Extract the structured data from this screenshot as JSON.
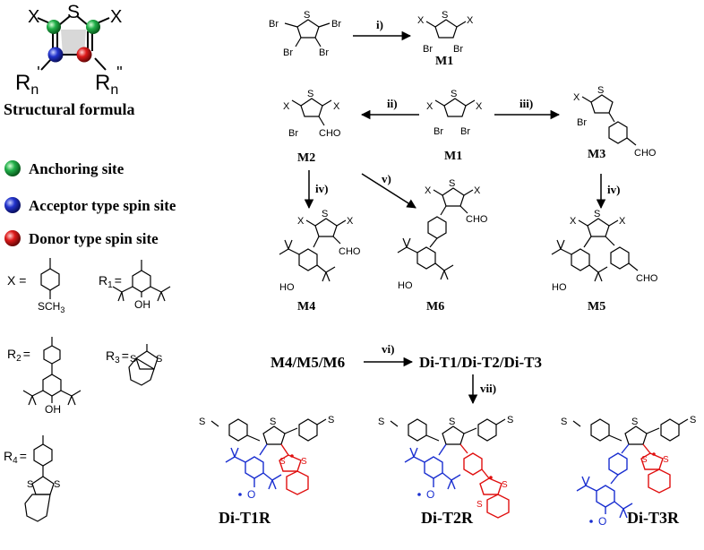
{
  "colors": {
    "anchor": "#22b04a",
    "acceptor": "#2233cc",
    "donor": "#dd1a1a",
    "radical_blue": "#1a2fd0",
    "radical_red": "#e01010"
  },
  "structural": {
    "x_left": "X",
    "x_right": "X",
    "s_atom": "S",
    "rn_prime": "R",
    "rn_prime_sub": "n",
    "rn_prime_mark": "'",
    "rn_dprime": "R",
    "rn_dprime_sub": "n",
    "rn_dprime_mark": "\"",
    "caption": "Structural formula"
  },
  "legend": [
    {
      "icon": "green-sphere-icon",
      "label": "Anchoring site"
    },
    {
      "icon": "blue-sphere-icon",
      "label": "Acceptor type spin site"
    },
    {
      "icon": "red-sphere-icon",
      "label": "Donor type spin site"
    }
  ],
  "substituents": {
    "x_label": "X =",
    "x_group": "SCH",
    "x_group_sub": "3",
    "r1_label": "R",
    "r1_sub": "1",
    "r1_eq": "=",
    "r1_oh": "OH",
    "r2_label": "R",
    "r2_sub": "2",
    "r2_eq": "=",
    "r2_oh": "OH",
    "r3_label": "R",
    "r3_sub": "3",
    "r3_eq": "=",
    "r3_s1": "S",
    "r3_s2": "S",
    "r4_label": "R",
    "r4_sub": "4",
    "r4_eq": "=",
    "r4_s1": "S",
    "r4_s2": "S"
  },
  "steps": {
    "i": "i)",
    "ii": "ii)",
    "iii": "iii)",
    "iv_left": "iv)",
    "iv_right": "iv)",
    "v": "v)",
    "vi": "vi)",
    "vii": "vii)"
  },
  "compounds": {
    "tbt": {
      "br1": "Br",
      "br2": "Br",
      "br3": "Br",
      "br4": "Br",
      "s": "S"
    },
    "m1_top": {
      "x1": "X",
      "x2": "X",
      "s": "S",
      "br1": "Br",
      "br2": "Br",
      "name": "M1"
    },
    "m1_mid": {
      "x1": "X",
      "x2": "X",
      "s": "S",
      "br1": "Br",
      "br2": "Br",
      "name": "M1"
    },
    "m2": {
      "x1": "X",
      "x2": "X",
      "s": "S",
      "br": "Br",
      "cho": "CHO",
      "name": "M2"
    },
    "m3": {
      "x1": "X",
      "s": "S",
      "br": "Br",
      "cho": "CHO",
      "name": "M3"
    },
    "m4": {
      "x1": "X",
      "x2": "X",
      "s": "S",
      "cho": "CHO",
      "ho": "HO",
      "name": "M4"
    },
    "m6": {
      "x1": "X",
      "x2": "X",
      "s": "S",
      "cho": "CHO",
      "ho": "HO",
      "name": "M6"
    },
    "m5": {
      "x1": "X",
      "x2": "X",
      "s": "S",
      "cho": "CHO",
      "ho": "HO",
      "name": "M5"
    }
  },
  "mid_row": {
    "left": "M4/M5/M6",
    "right": "Di-T1/Di-T2/Di-T3"
  },
  "products": [
    {
      "name": "Di-T1R",
      "s": "S",
      "s_a": "S",
      "s_b": "S",
      "o": "O",
      "s_left": "S",
      "s_right": "S"
    },
    {
      "name": "Di-T2R",
      "s": "S",
      "s_a": "S",
      "s_b": "S",
      "o": "O",
      "s_left": "S",
      "s_right": "S"
    },
    {
      "name": "Di-T3R",
      "s": "S",
      "s_a": "S",
      "s_b": "S",
      "o": "O",
      "s_left": "S",
      "s_right": "S"
    }
  ]
}
